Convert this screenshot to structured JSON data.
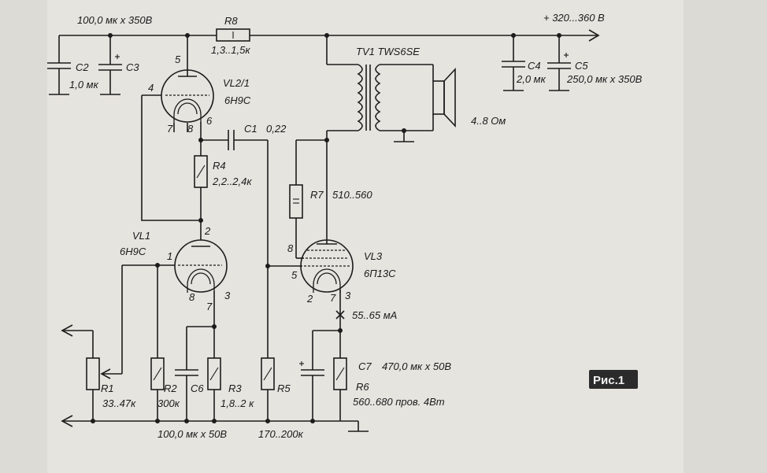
{
  "figure_label": "Рис.1",
  "supply_label": "+ 320...360 В",
  "top_cap_rating": "100,0 мк х 350В",
  "components": {
    "C1": {
      "name": "C1",
      "value": "0,22"
    },
    "C2": {
      "name": "C2",
      "value": "1,0 мк"
    },
    "C3": {
      "name": "C3"
    },
    "C4": {
      "name": "C4",
      "value": "2,0 мк"
    },
    "C5": {
      "name": "C5",
      "value": "250,0 мк х 350В"
    },
    "C6": {
      "name": "C6"
    },
    "C7": {
      "name": "C7",
      "value": "470,0 мк х 50В"
    },
    "R1": {
      "name": "R1",
      "value": "33..47к"
    },
    "R2": {
      "name": "R2",
      "value": "300к"
    },
    "R3": {
      "name": "R3",
      "value": "1,8..2 к"
    },
    "R4": {
      "name": "R4",
      "value": "2,2..2,4к"
    },
    "R5": {
      "name": "R5",
      "value": "170..200к"
    },
    "R6": {
      "name": "R6",
      "value": "560..680 пров. 4Вт"
    },
    "R7": {
      "name": "R7",
      "value": "510..560"
    },
    "R8": {
      "name": "R8",
      "value": "1,3..1,5к"
    },
    "TV1": {
      "name": "TV1 TWS6SE"
    },
    "speaker": {
      "value": "4..8 Ом"
    },
    "VL1": {
      "name": "VL1",
      "type": "6Н9С"
    },
    "VL2": {
      "name": "VL2/1",
      "type": "6Н9С"
    },
    "VL3": {
      "name": "VL3",
      "type": "6П13С"
    }
  },
  "cap_c6_rating": "100,0 мк х 50В",
  "current_label": "55..65 мА",
  "pins": {
    "vl2": [
      "5",
      "4",
      "7",
      "8",
      "6"
    ],
    "vl1": [
      "2",
      "1",
      "8",
      "7",
      "3"
    ],
    "vl3": [
      "8",
      "5",
      "2",
      "7",
      "3"
    ]
  }
}
